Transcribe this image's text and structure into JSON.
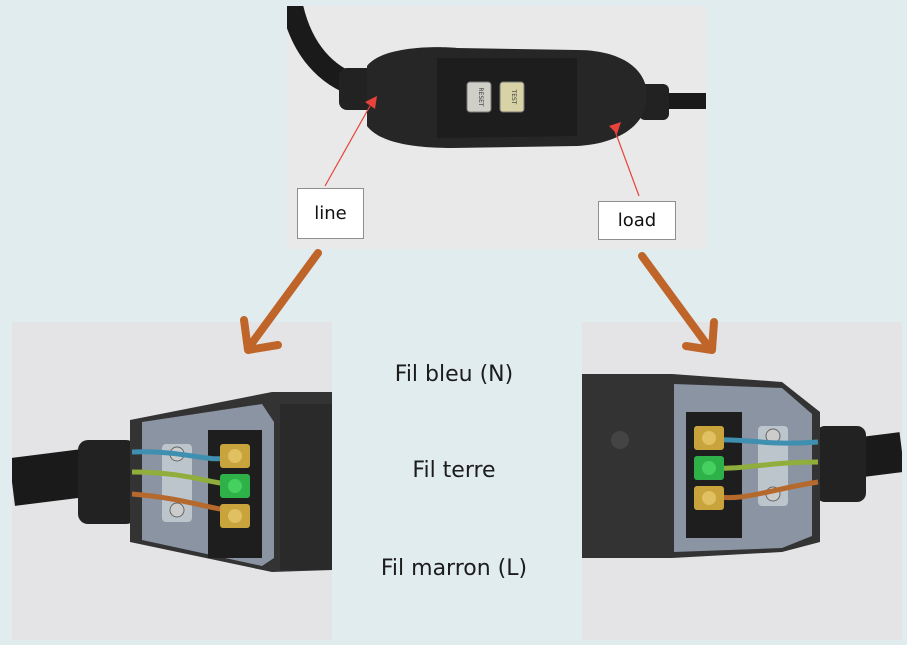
{
  "labels": {
    "line": "line",
    "load": "load"
  },
  "device": {
    "reset_button": "RESET",
    "test_button": "TEST"
  },
  "wires": {
    "blue": "Fil bleu (N)",
    "earth": "Fil terre",
    "brown": "Fil marron (L)"
  },
  "colors": {
    "background": "#e1ecef",
    "arrow": "#c0652a",
    "pointer": "#e8433a",
    "blue_wire": "#3e8fb0",
    "brown_wire": "#b5692c",
    "earth_wire": "#8fae3c"
  }
}
